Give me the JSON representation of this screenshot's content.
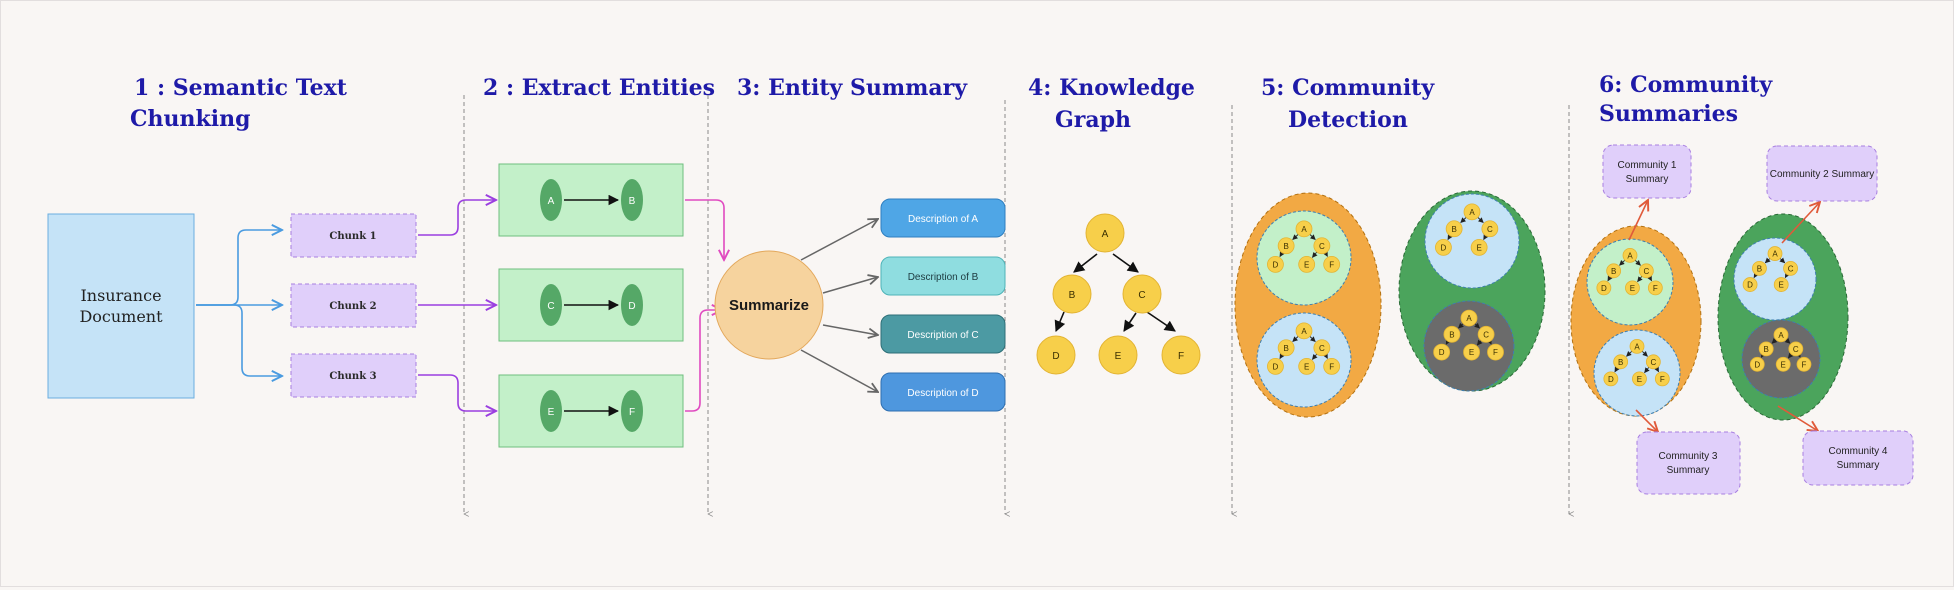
{
  "steps": [
    {
      "line1": "1 : Semantic Text",
      "line2": "Chunking"
    },
    {
      "line1": "2 : Extract Entities",
      "line2": ""
    },
    {
      "line1": "3: Entity  Summary",
      "line2": ""
    },
    {
      "line1": "4: Knowledge",
      "line2": "Graph"
    },
    {
      "line1": "5: Community",
      "line2": "Detection"
    },
    {
      "line1": "6: Community",
      "line2": "Summaries"
    }
  ],
  "document": {
    "line1": "Insurance",
    "line2": "Document"
  },
  "chunks": [
    "Chunk 1",
    "Chunk 2",
    "Chunk 3"
  ],
  "entities": [
    {
      "from": "A",
      "to": "B"
    },
    {
      "from": "C",
      "to": "D"
    },
    {
      "from": "E",
      "to": "F"
    }
  ],
  "summarize": "Summarize",
  "descriptions": [
    "Description of A",
    "Description of B",
    "Description of C",
    "Description of D"
  ],
  "graph_nodes": [
    "A",
    "B",
    "C",
    "D",
    "E",
    "F"
  ],
  "community_summaries": [
    {
      "line1": "Community  1",
      "line2": "Summary"
    },
    {
      "line1": "Community  2 Summary",
      "line2": ""
    },
    {
      "line1": "Community  3",
      "line2": "Summary"
    },
    {
      "line1": "Community  4",
      "line2": "Summary"
    }
  ],
  "colors": {
    "title": "#1e1aa8",
    "doc_fill": "#c5e3f7",
    "chunk_fill": "#e0cffa",
    "entity_box": "#c3f0c9",
    "entity_node": "#55a867",
    "node_yellow": "#f7cf4a",
    "orange": "#f2a944",
    "green": "#4ba45c",
    "gray": "#6b6b6b",
    "arrow_blue": "#4a9be0",
    "arrow_purple": "#9b3fe0",
    "arrow_pink": "#e04ac0",
    "arrow_red": "#e05a3a"
  }
}
